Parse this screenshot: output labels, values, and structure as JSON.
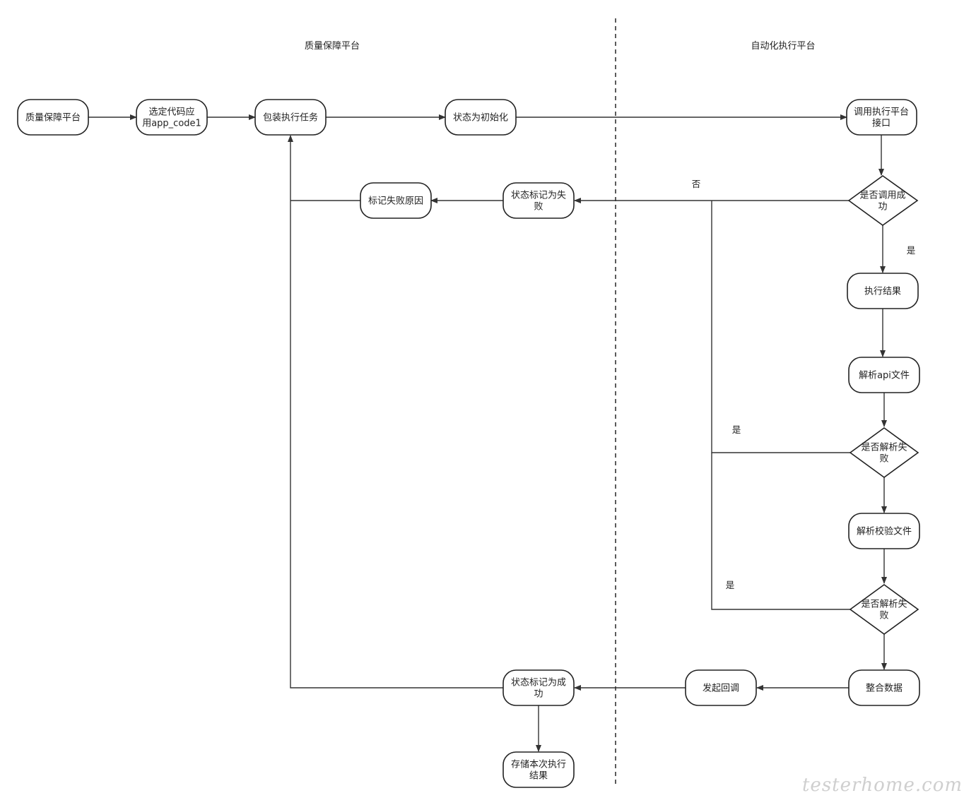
{
  "lanes": {
    "left": "质量保障平台",
    "right": "自动化执行平台"
  },
  "nodes": {
    "start": [
      "质量保障平台"
    ],
    "select_app": [
      "选定代码应",
      "用app_code1"
    ],
    "wrap_task": [
      "包装执行任务"
    ],
    "status_init": [
      "状态为初始化"
    ],
    "call_api": [
      "调用执行平台",
      "接口"
    ],
    "call_success": [
      "是否调用成",
      "功"
    ],
    "exec_result": [
      "执行结果"
    ],
    "parse_api": [
      "解析api文件"
    ],
    "parse_api_fail": [
      "是否解析失",
      "败"
    ],
    "parse_check": [
      "解析校验文件"
    ],
    "parse_check_fail": [
      "是否解析失",
      "败"
    ],
    "merge_data": [
      "整合数据"
    ],
    "callback": [
      "发起回调"
    ],
    "mark_success": [
      "状态标记为成",
      "功"
    ],
    "store_result": [
      "存储本次执行",
      "结果"
    ],
    "mark_fail": [
      "状态标记为失",
      "败"
    ],
    "mark_reason": [
      "标记失败原因"
    ]
  },
  "edge_labels": {
    "no": "否",
    "yes_call": "是",
    "yes_parse_api": "是",
    "yes_parse_check": "是"
  },
  "watermark": "testerhome.com"
}
